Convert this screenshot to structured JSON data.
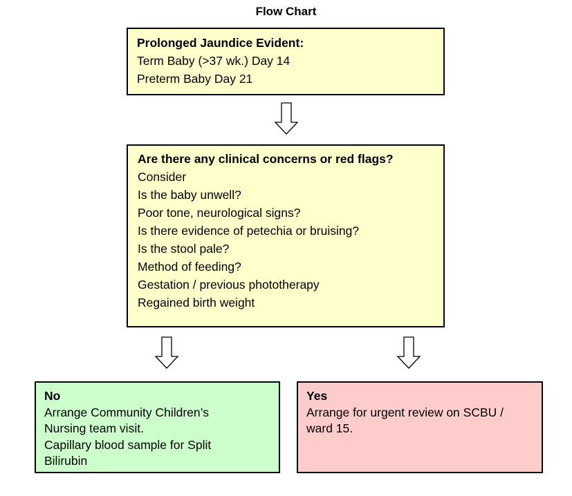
{
  "title": "Flow Chart",
  "start_box": {
    "heading": "Prolonged Jaundice Evident:",
    "lines": [
      "Term Baby (>37 wk.) Day 14",
      "Preterm Baby Day 21"
    ]
  },
  "question_box": {
    "heading": "Are there any clinical concerns or red flags?",
    "lines": [
      "Consider",
      "Is the baby unwell?",
      "Poor tone, neurological signs?",
      "Is there evidence of petechia or bruising?",
      "Is the stool pale?",
      "Method of feeding?",
      "Gestation / previous phototherapy",
      "Regained birth weight"
    ]
  },
  "no_box": {
    "heading": "No",
    "lines": [
      "Arrange Community Children’s",
      "Nursing team visit.",
      "Capillary blood sample for Split",
      "Bilirubin"
    ]
  },
  "yes_box": {
    "heading": "Yes",
    "lines": [
      "Arrange for urgent review on SCBU /",
      "ward 15."
    ]
  },
  "colors": {
    "start_fill": "#ffffcc",
    "question_fill": "#ffffcc",
    "no_fill": "#ccffcc",
    "yes_fill": "#ffcccc",
    "border": "#000000"
  },
  "icons": {
    "arrow": "down-arrow-icon"
  }
}
